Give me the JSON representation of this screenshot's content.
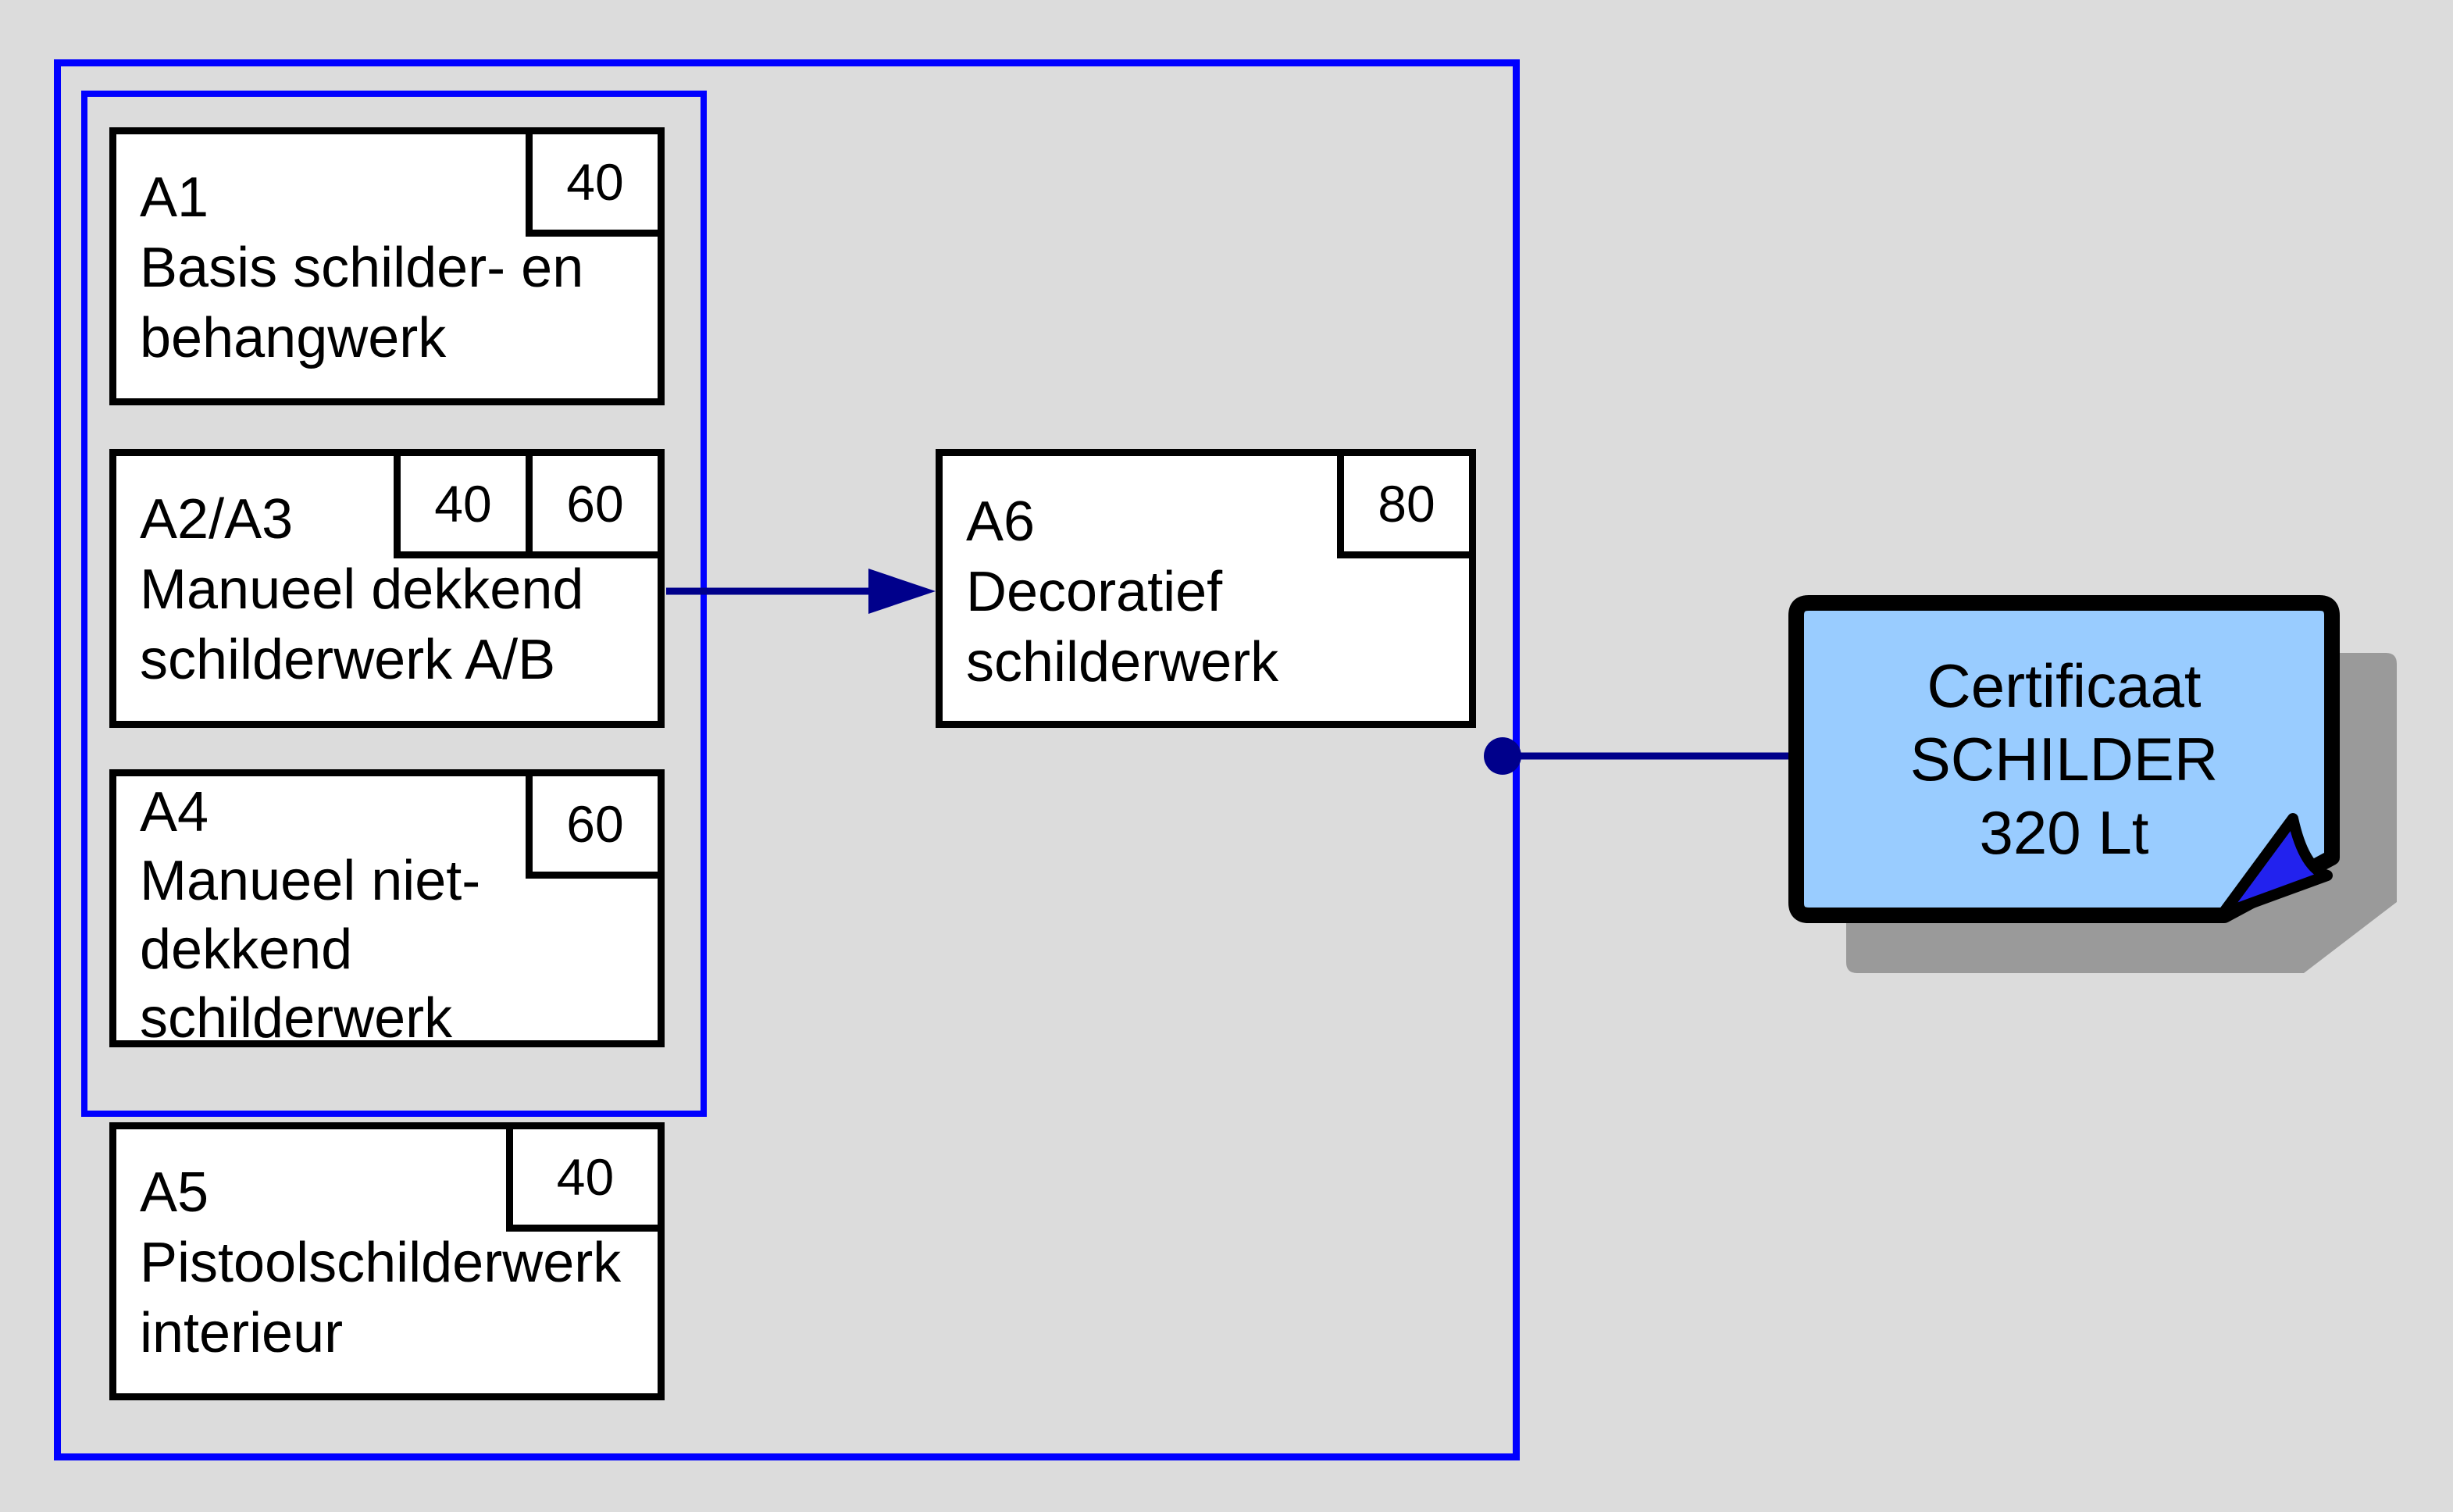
{
  "diagram": {
    "background_color": "#dcdcdc",
    "colors": {
      "group_frame": "#0000ff",
      "connector": "#00008b",
      "module_border": "#000000",
      "module_fill": "#ffffff",
      "certificate_fill": "#99ccff",
      "certificate_fold": "#2222ee",
      "certificate_shadow": "#9a9a9a"
    },
    "modules": [
      {
        "code": "A1",
        "description": "Basis schilder- en\nbehangwerk",
        "hours": [
          "40"
        ]
      },
      {
        "code": "A2/A3",
        "description": "Manueel dekkend\nschilderwerk A/B",
        "hours": [
          "40",
          "60"
        ]
      },
      {
        "code": "A4",
        "description": "Manueel niet-\ndekkend\nschilderwerk",
        "hours": [
          "60"
        ]
      },
      {
        "code": "A5",
        "description": "Pistoolschilderwerk\ninterieur",
        "hours": [
          "40"
        ]
      },
      {
        "code": "A6",
        "description": "Decoratief\nschilderwerk",
        "hours": [
          "80"
        ]
      }
    ],
    "certificate": {
      "label": "Certificaat\nSCHILDER\n320 Lt"
    }
  }
}
